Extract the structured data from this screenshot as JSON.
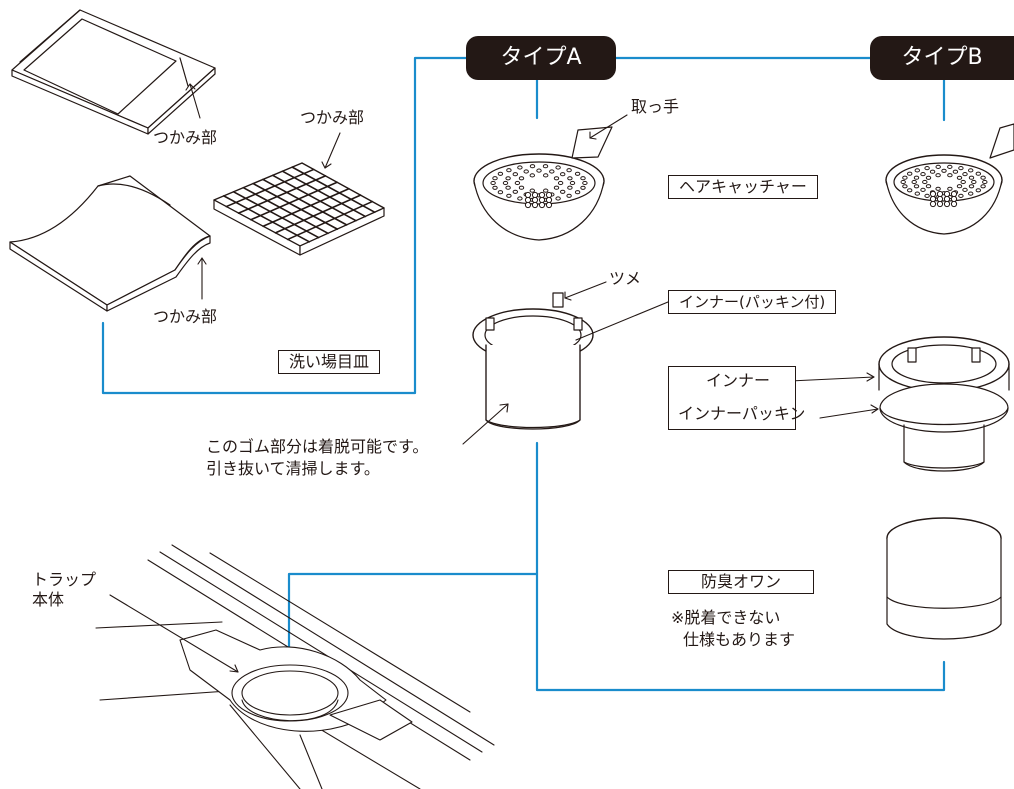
{
  "types": {
    "a": "タイプA",
    "b": "タイプB"
  },
  "plate_grip_top": "つかみ部",
  "grate_grip": "つかみ部",
  "plate_grip_bottom": "つかみ部",
  "washplate_label": "洗い場目皿",
  "handle_label": "取っ手",
  "hair_catcher_label": "ヘアキャッチャー",
  "claw_label": "ツメ",
  "inner_with_packing_label": "インナー(パッキン付)",
  "inner_label": "インナー",
  "inner_packing_label": "インナーパッキン",
  "rubber_note": {
    "line1": "このゴム部分は着脱可能です。",
    "line2": "引き抜いて清掃します。"
  },
  "trap_label": {
    "line1": "トラップ",
    "line2": "本体"
  },
  "odor_cup_label": "防臭オワン",
  "odor_note": {
    "line1": "※脱着できない",
    "line2": "仕様もあります"
  },
  "colors": {
    "line": "#1a8ccc",
    "ink": "#231815",
    "pill": "#231815"
  }
}
